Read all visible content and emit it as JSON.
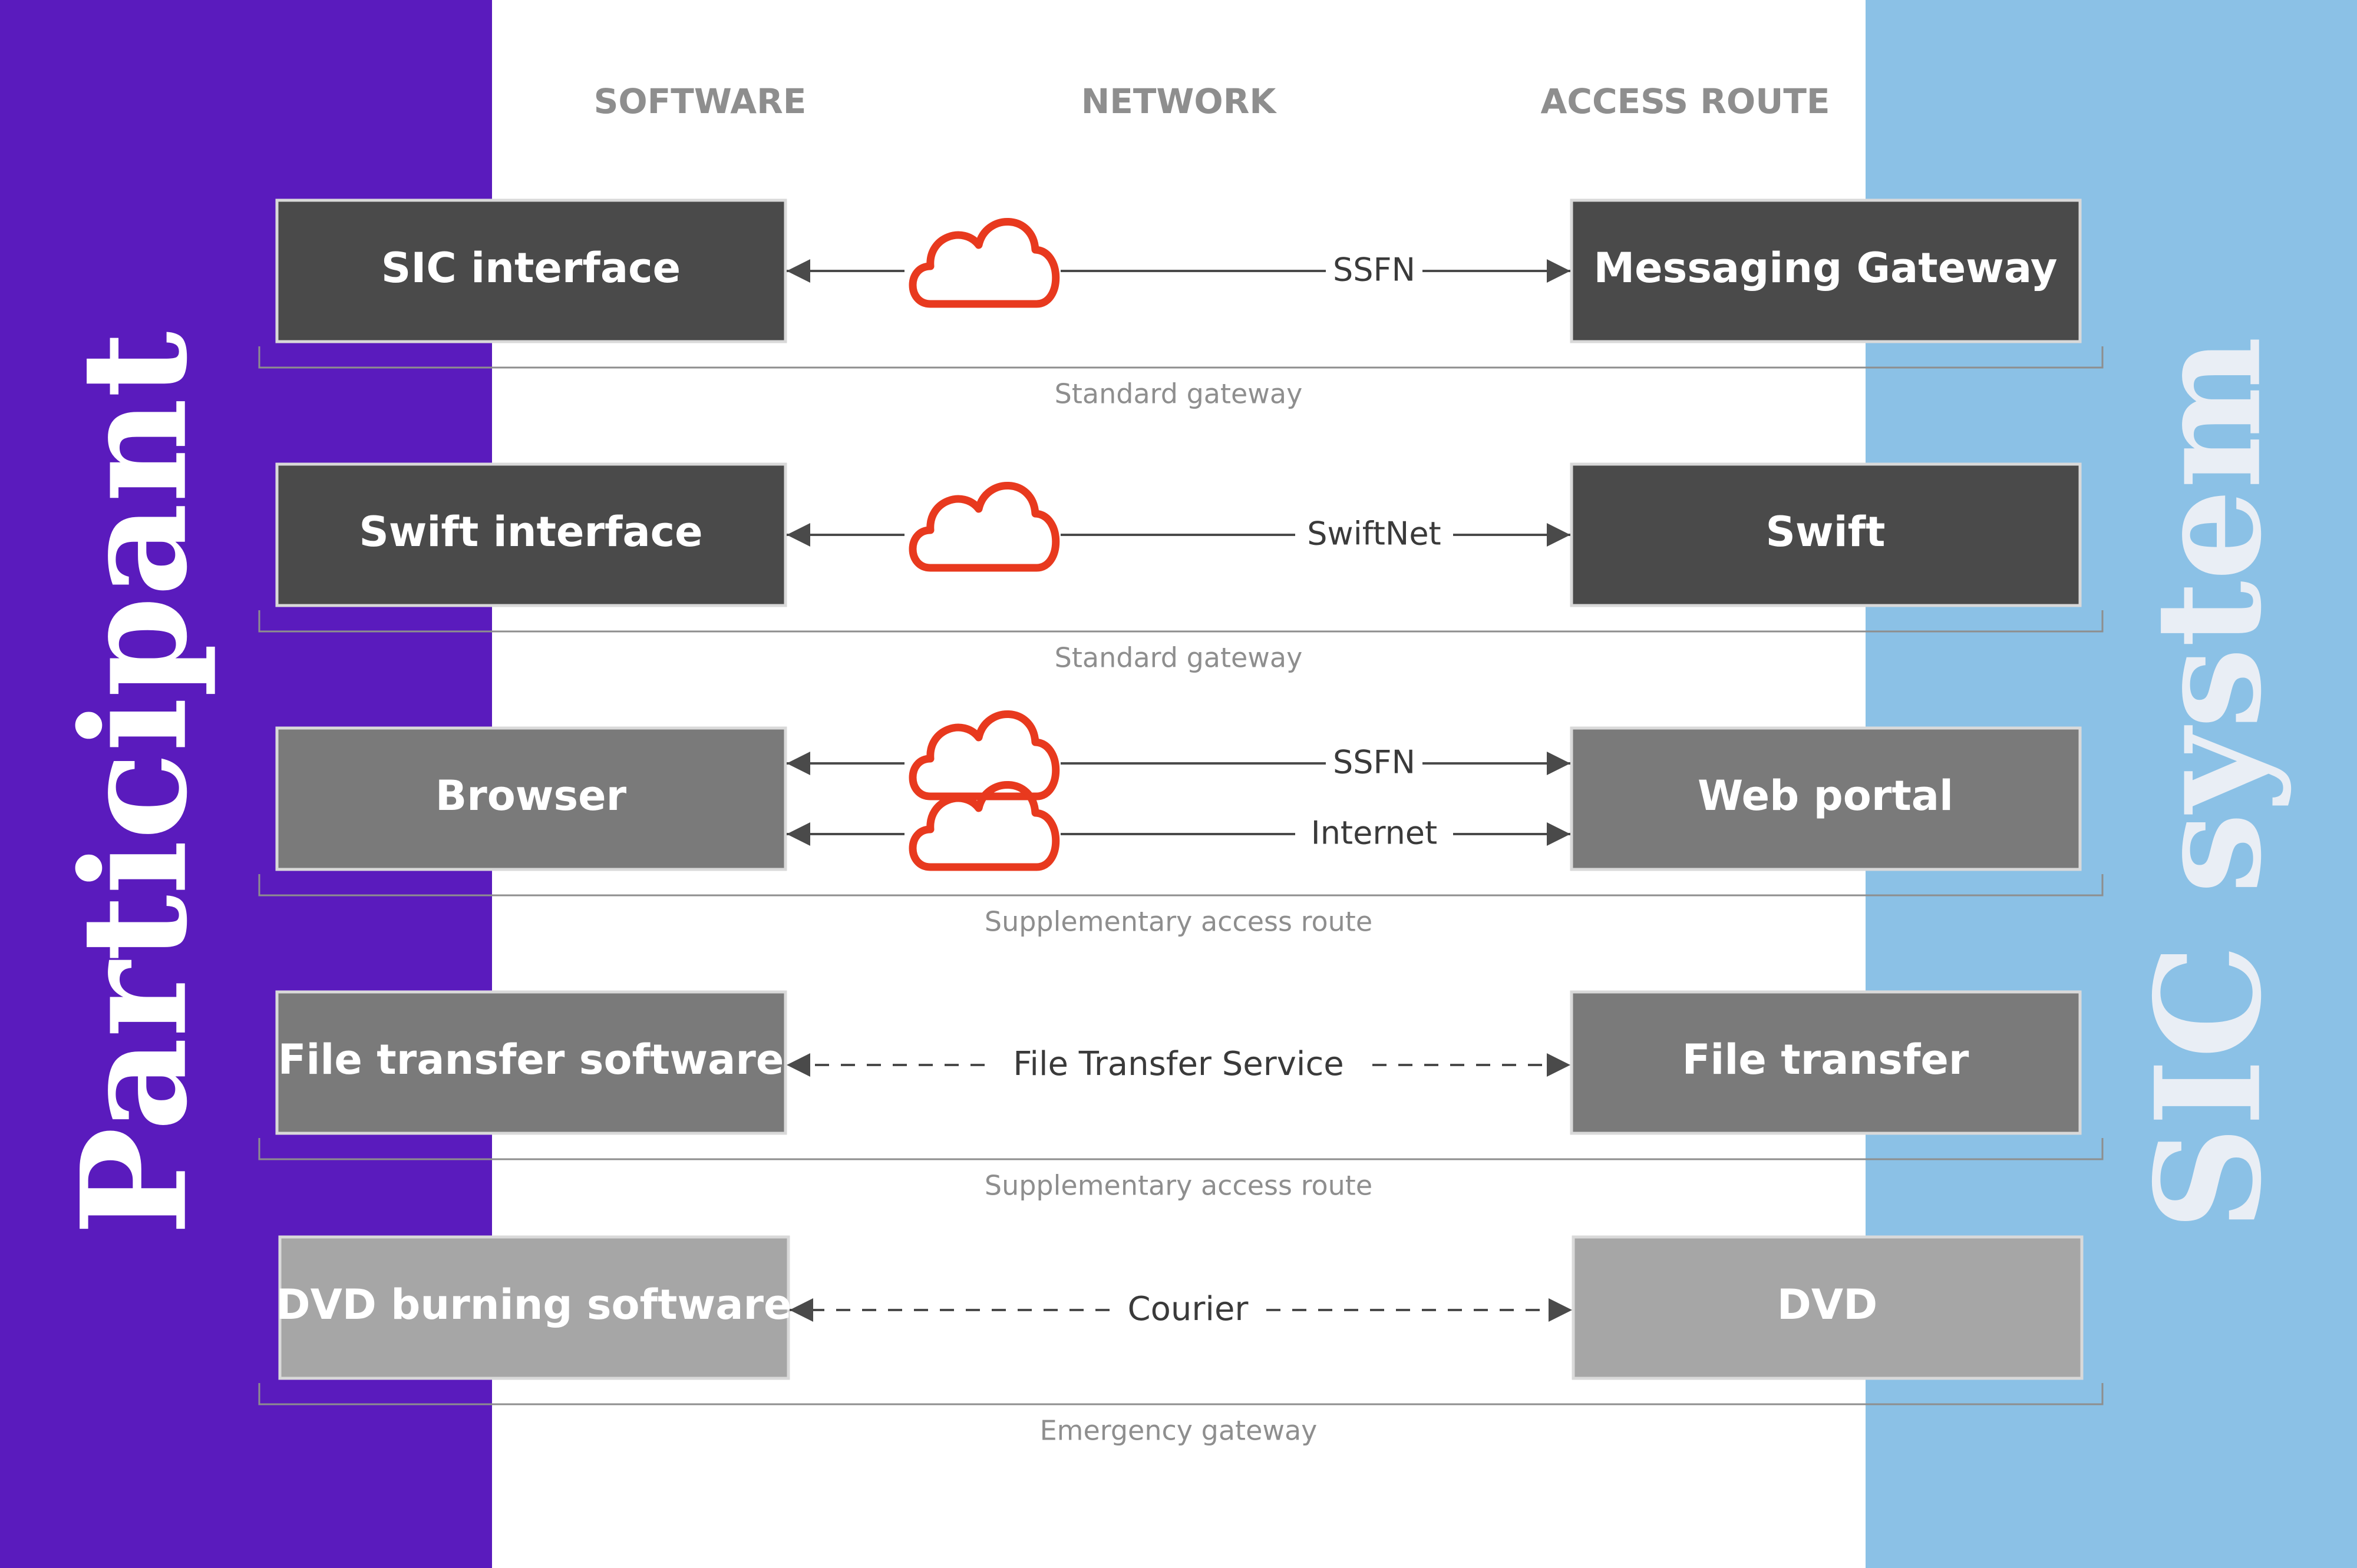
{
  "left_band": {
    "label": "Participant",
    "color": "#5a1bbd"
  },
  "right_band": {
    "label": "SIC system",
    "color": "#8bc1e6",
    "text_color": "#e9eef5"
  },
  "headers": {
    "software": "SOFTWARE",
    "network": "NETWORK",
    "access_route": "ACCESS ROUTE"
  },
  "colors": {
    "dark_box": "#4a4a4a",
    "mid_box": "#7a7a7a",
    "light_box": "#a6a6a6",
    "cloud": "#e8391e",
    "line": "#4a4a4a",
    "caption": "#8e8e8e",
    "header": "#8e8e8e"
  },
  "rows": [
    {
      "software": "SIC interface",
      "network": [
        "SSFN"
      ],
      "access_route": "Messaging Gateway",
      "caption": "Standard gateway",
      "style": "dark",
      "link": "cloud"
    },
    {
      "software": "Swift interface",
      "network": [
        "SwiftNet"
      ],
      "access_route": "Swift",
      "caption": "Standard gateway",
      "style": "dark",
      "link": "cloud"
    },
    {
      "software": "Browser",
      "network": [
        "SSFN",
        "Internet"
      ],
      "access_route": "Web portal",
      "caption": "Supplementary access route",
      "style": "mid",
      "link": "cloud"
    },
    {
      "software": "File transfer software",
      "network": [
        "File Transfer Service"
      ],
      "access_route": "File transfer",
      "caption": "Supplementary access route",
      "style": "mid",
      "link": "dashed"
    },
    {
      "software": "DVD burning software",
      "network": [
        "Courier"
      ],
      "access_route": "DVD",
      "caption": "Emergency gateway",
      "style": "light",
      "link": "dashed"
    }
  ]
}
